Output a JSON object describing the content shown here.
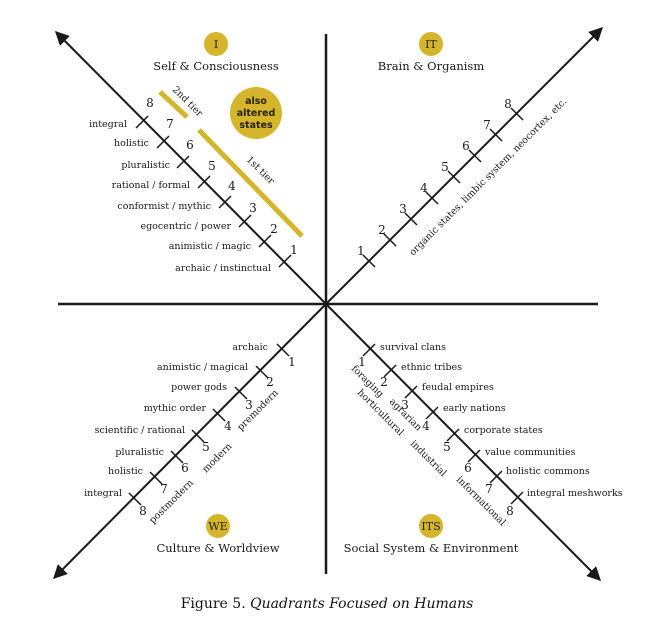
{
  "colors": {
    "gold": "#d4b52c",
    "ink": "#1a1a1a"
  },
  "quadrants": {
    "ul": {
      "badge": "I",
      "title": "Self & Consciousness",
      "levels": [
        "archaic / instinctual",
        "animistic / magic",
        "egocentric / power",
        "conformist / mythic",
        "rational / formal",
        "pluralistic",
        "holistic",
        "integral"
      ],
      "tier1": "1st tier",
      "tier2": "2nd tier",
      "also": [
        "also",
        "altered",
        "states"
      ]
    },
    "ur": {
      "badge": "IT",
      "title": "Brain & Organism",
      "axis_note": "organic states, limbic system, neocortex, etc."
    },
    "ll": {
      "badge": "WE",
      "title": "Culture & Worldview",
      "levels": [
        "archaic",
        "animistic / magical",
        "power gods",
        "mythic order",
        "scientific / rational",
        "pluralistic",
        "holistic",
        "integral"
      ],
      "eras": [
        "premodern",
        "modern",
        "postmodern"
      ]
    },
    "lr": {
      "badge": "ITS",
      "title": "Social System & Environment",
      "levels": [
        "survival clans",
        "ethnic tribes",
        "feudal empires",
        "early nations",
        "corporate states",
        "value communities",
        "holistic commons",
        "integral meshworks"
      ],
      "eras": [
        "foraging",
        "horticultural",
        "agrarian",
        "industrial",
        "informational"
      ]
    }
  },
  "numbers": [
    "1",
    "2",
    "3",
    "4",
    "5",
    "6",
    "7",
    "8"
  ],
  "caption": {
    "prefix": "Figure 5.",
    "title": "Quadrants Focused on Humans"
  }
}
